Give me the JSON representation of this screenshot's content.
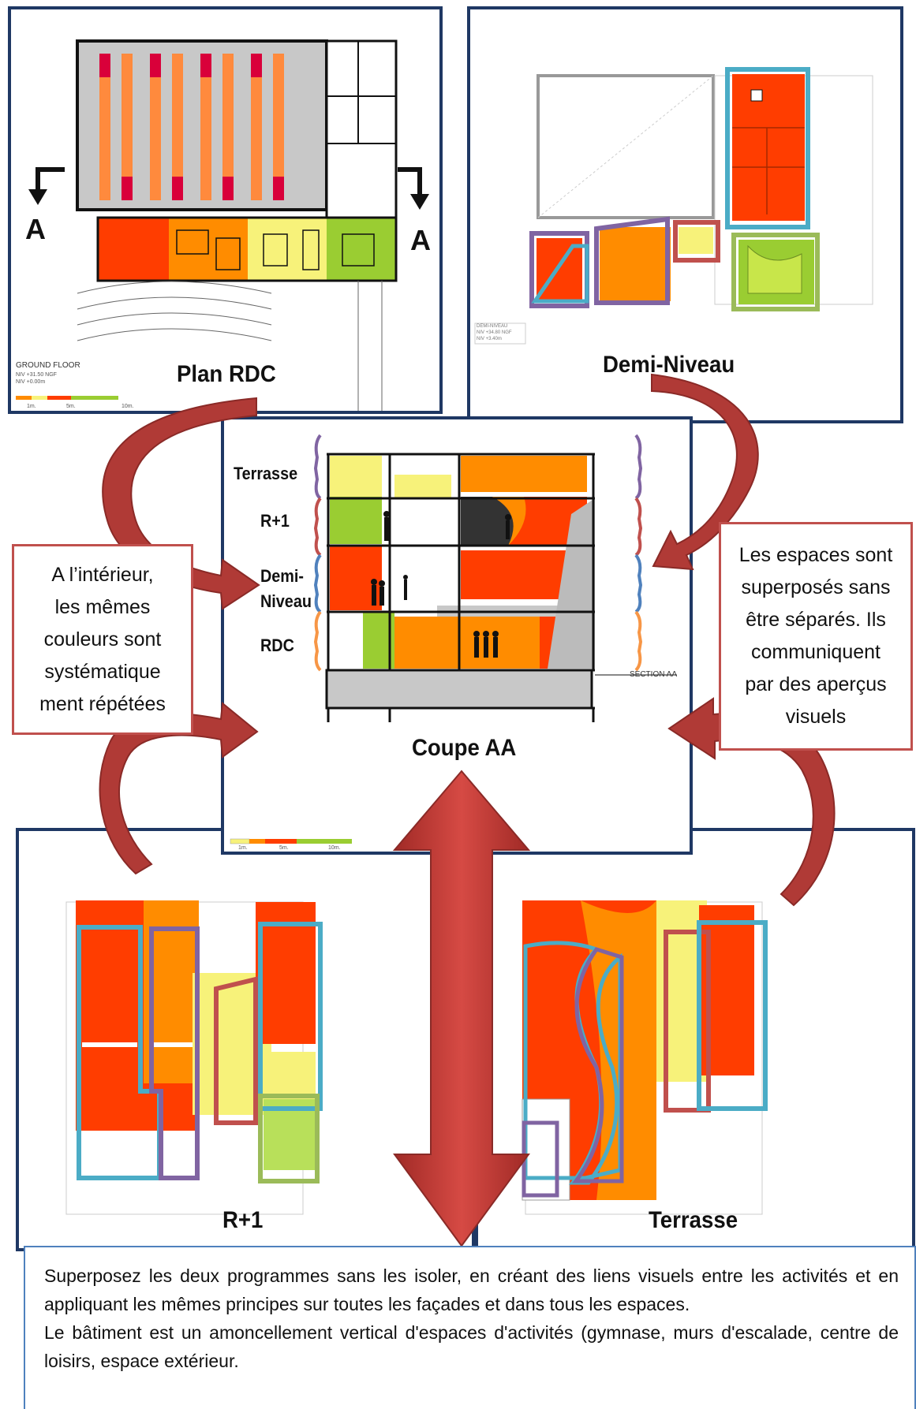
{
  "panels": {
    "plan_rdc": {
      "title": "Plan RDC",
      "section_marker": "A",
      "floor_label": "GROUND FLOOR",
      "level_line1": "NIV +31.50 NGF",
      "level_line2": "NIV +0.00m",
      "scale": [
        "1m.",
        "5m.",
        "10m."
      ]
    },
    "demi_niveau": {
      "title": "Demi-Niveau",
      "stamp_line1": "DEMI-NIVEAU",
      "stamp_line2": "NIV +34.80 NGF",
      "stamp_line3": "NIV +3.40m"
    },
    "coupe_aa": {
      "title": "Coupe AA",
      "section_label": "SECTION AA",
      "scale": [
        "1m.",
        "5m.",
        "10m."
      ],
      "levels": [
        "Terrasse",
        "R+1",
        "Demi-",
        "Niveau",
        "RDC"
      ]
    },
    "r_plus_1": {
      "title": "R+1"
    },
    "terrasse": {
      "title": "Terrasse"
    }
  },
  "callouts": {
    "left": [
      "A l’intérieur,",
      "les mêmes",
      "couleurs sont",
      "systématique",
      "ment répétées"
    ],
    "right": [
      "Les espaces sont",
      "superposés sans",
      "être séparés. Ils",
      "communiquent",
      "par des aperçus",
      "visuels"
    ]
  },
  "caption": {
    "paragraph1": "Superposez les deux programmes sans les isoler, en créant des liens visuels entre les activités et en appliquant les mêmes principes sur toutes les façades et dans tous les espaces.",
    "paragraph2": "Le bâtiment est un amoncellement vertical d'espaces d'activités (gymnase, murs d'escalade, centre de loisirs, espace extérieur."
  },
  "colors": {
    "panel_border": "#1f3864",
    "callout_border": "#c0504d",
    "arrow": "#b03a36",
    "red": "#ff3d00",
    "orange": "#ff8c00",
    "yellow": "#f7f27a",
    "green": "#9acd32",
    "outline_blue": "#4bacc6",
    "outline_purple": "#8064a2",
    "outline_red": "#c0504d",
    "outline_green": "#9bbb59"
  }
}
